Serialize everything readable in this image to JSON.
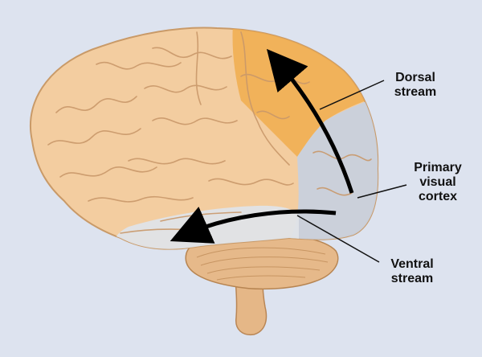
{
  "labels": {
    "dorsal": [
      "Dorsal",
      "stream"
    ],
    "primary": [
      "Primary",
      "visual",
      "cortex"
    ],
    "ventral": [
      "Ventral",
      "stream"
    ]
  },
  "colors": {
    "background": "#dde3ef",
    "brain": "#f3cda0",
    "dorsal_region": "#f0ad4e",
    "visual_cortex_region": "#c8d0de",
    "ventral_region": "#dfe3e8",
    "cerebellum": "#e6b98a",
    "arrow": "#000000"
  }
}
